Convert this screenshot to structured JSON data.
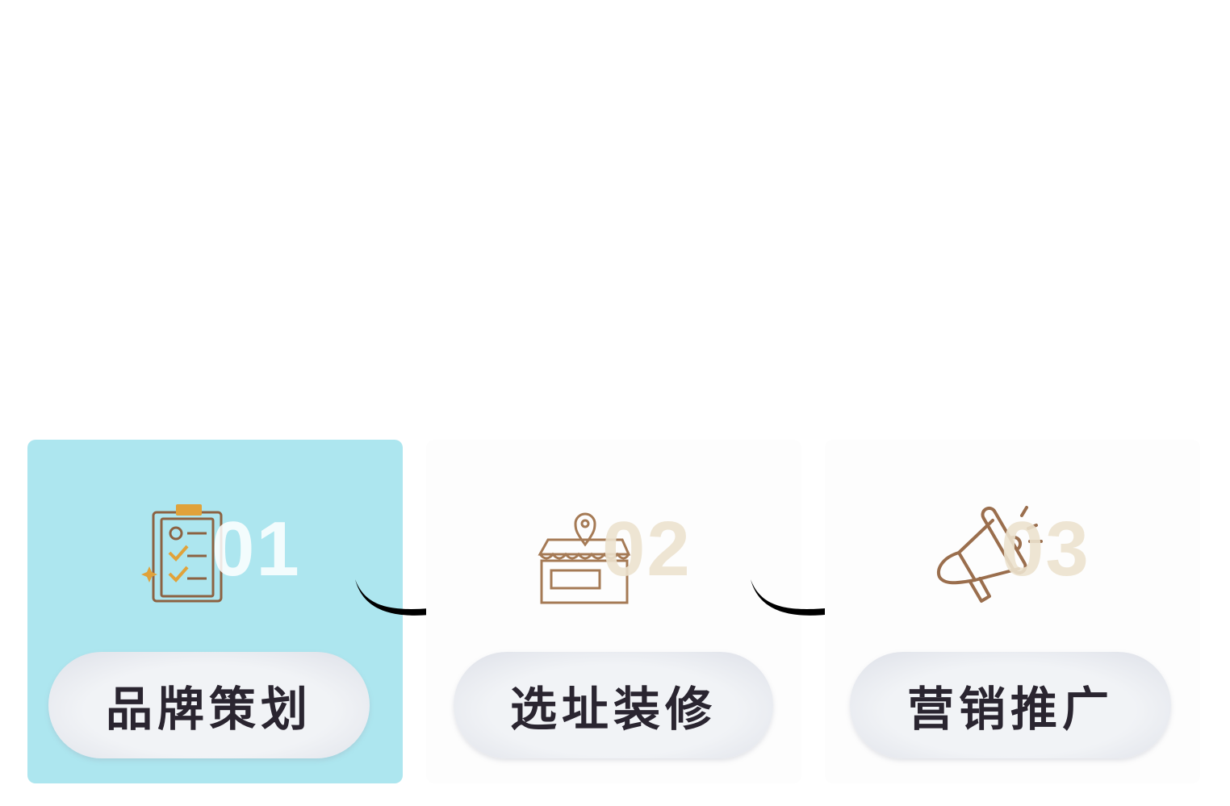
{
  "steps": [
    {
      "number": "01",
      "label": "品牌策划",
      "icon": "clipboard-checklist-icon",
      "active": true
    },
    {
      "number": "02",
      "label": "选址装修",
      "icon": "storefront-location-icon",
      "active": false
    },
    {
      "number": "03",
      "label": "营销推广",
      "icon": "megaphone-icon",
      "active": false
    }
  ],
  "colors": {
    "active_bg": "#ade6ef",
    "icon_brown": "#8c6242",
    "icon_orange": "#e0a23a",
    "text": "#2a2530"
  }
}
